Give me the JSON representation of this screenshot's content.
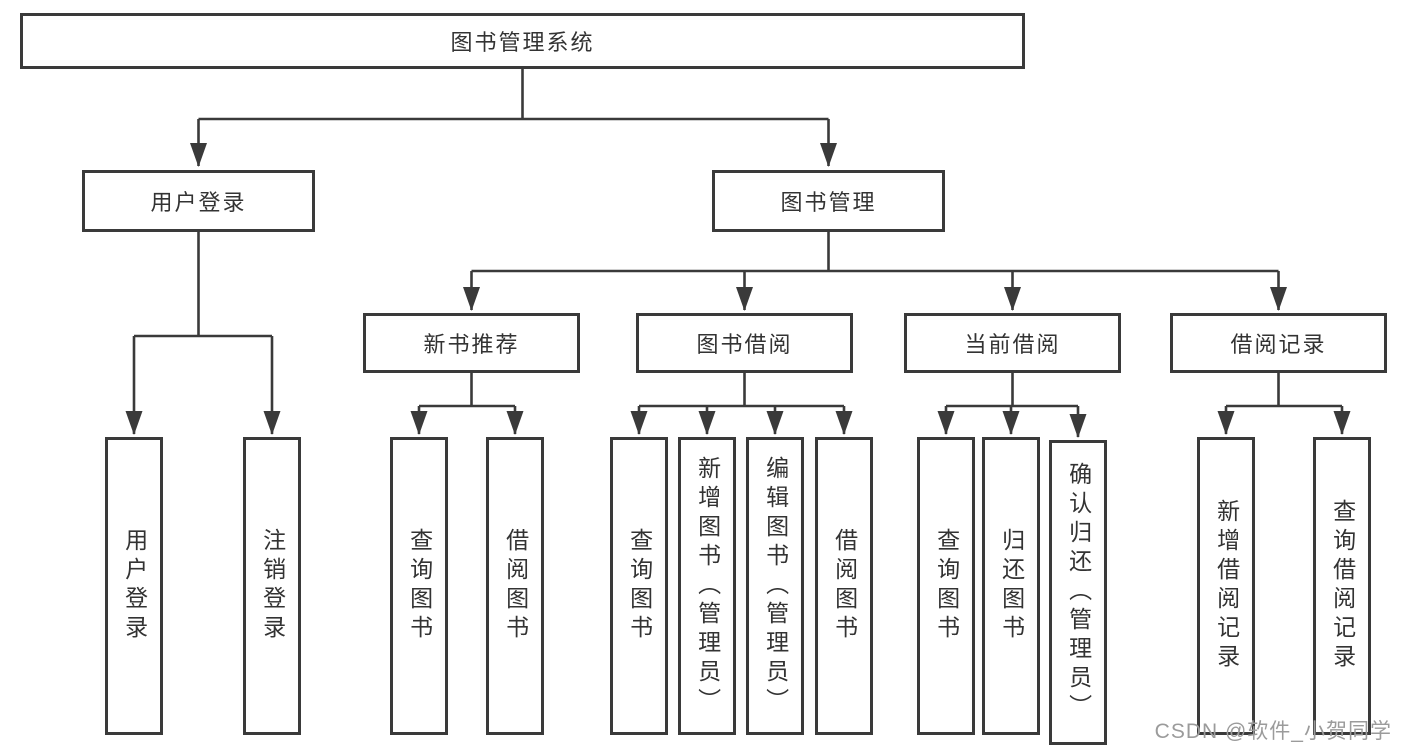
{
  "colors": {
    "line": "#3a3a3a",
    "box_border": "#3a3a3a",
    "text": "#333333",
    "watermark": "#9b9b9b",
    "background": "#ffffff"
  },
  "tree": {
    "root": "图书管理系统",
    "branches": [
      {
        "label": "用户登录",
        "children": [
          {
            "label": "用户登录"
          },
          {
            "label": "注销登录"
          }
        ]
      },
      {
        "label": "图书管理",
        "children": [
          {
            "label": "新书推荐",
            "children": [
              {
                "label": "查询图书"
              },
              {
                "label": "借阅图书"
              }
            ]
          },
          {
            "label": "图书借阅",
            "children": [
              {
                "label": "查询图书"
              },
              {
                "label": "新增图书（管理员）"
              },
              {
                "label": "编辑图书（管理员）"
              },
              {
                "label": "借阅图书"
              }
            ]
          },
          {
            "label": "当前借阅",
            "children": [
              {
                "label": "查询图书"
              },
              {
                "label": "归还图书"
              },
              {
                "label": "确认归还（管理员）"
              }
            ]
          },
          {
            "label": "借阅记录",
            "children": [
              {
                "label": "新增借阅记录"
              },
              {
                "label": "查询借阅记录"
              }
            ]
          }
        ]
      }
    ]
  },
  "watermark": {
    "text": "CSDN @软件_小贺同学"
  }
}
